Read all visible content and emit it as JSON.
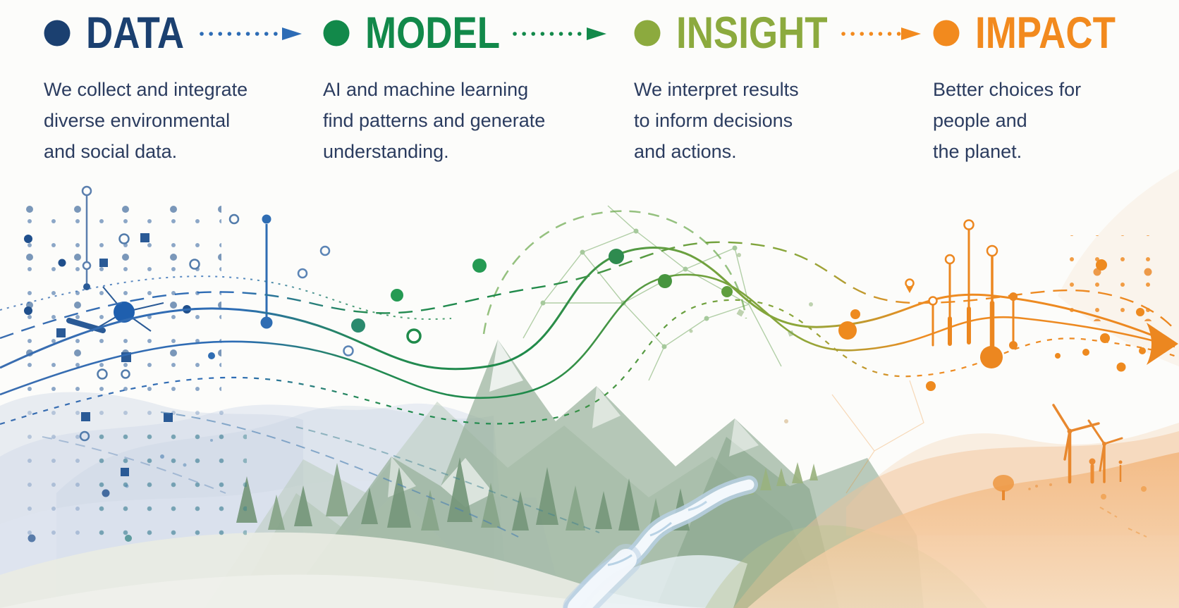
{
  "page": {
    "background": "#fcfcfa",
    "description_text_color": "#2b3c5f"
  },
  "stages": [
    {
      "label": "DATA",
      "color": "#1b4070",
      "arrow_color": "#2d6cb5",
      "description_lines": [
        "We collect and integrate",
        "diverse environmental",
        "and social data."
      ]
    },
    {
      "label": "MODEL",
      "color": "#12894a",
      "arrow_color": "#12894a",
      "description_lines": [
        "AI and machine learning",
        "find patterns and generate",
        "understanding."
      ]
    },
    {
      "label": "INSIGHT",
      "color": "#8caa3e",
      "arrow_color": "#f28a1e",
      "description_lines": [
        "We interpret results",
        "to inform decisions",
        "and actions."
      ]
    },
    {
      "label": "IMPACT",
      "color": "#f28a1e",
      "description_lines": [
        "Better choices for",
        "people and",
        "the planet."
      ]
    }
  ],
  "illustration": {
    "style": "low-poly watercolor landscape with data-flow overlays",
    "palette": {
      "flow_blue": "#2d6cb5",
      "flow_green": "#1f8a4a",
      "flow_olive": "#8fa73a",
      "flow_orange": "#ec8720",
      "mountain_green": "#94ae97",
      "hill_blue": "#ccd7e8",
      "hill_orange": "#f2b377",
      "river_blue": "#b9d0e3",
      "pine_green": "#76977b"
    },
    "elements": [
      {
        "name": "blue-data-dot-grid",
        "description": "grid of blue dots, squares and hollow circles at lower left"
      },
      {
        "name": "blue-lollipop-markers",
        "description": "vertical stem markers with circle tops"
      },
      {
        "name": "flow-curves",
        "description": "wavy lines flowing left to right, blue to green to olive to orange"
      },
      {
        "name": "green-network-mesh",
        "description": "triangulated node network above the mountains"
      },
      {
        "name": "dashed-dome-arc",
        "description": "green dashed arc over the network"
      },
      {
        "name": "center-mountains",
        "description": "low-poly green mountains with white snow facets"
      },
      {
        "name": "pine-forest",
        "description": "row of pine tree silhouettes"
      },
      {
        "name": "river",
        "description": "winding river through the valley"
      },
      {
        "name": "orange-hills",
        "description": "warm orange watercolor hills on the right"
      },
      {
        "name": "wind-turbines",
        "count": 2
      },
      {
        "name": "person-figure",
        "count": 1
      },
      {
        "name": "orange-lollipop-chart",
        "description": "rising vertical stem markers over the orange waves"
      },
      {
        "name": "orange-dot-grid"
      },
      {
        "name": "flow-arrowhead",
        "description": "large orange arrowhead at the far right"
      }
    ]
  }
}
